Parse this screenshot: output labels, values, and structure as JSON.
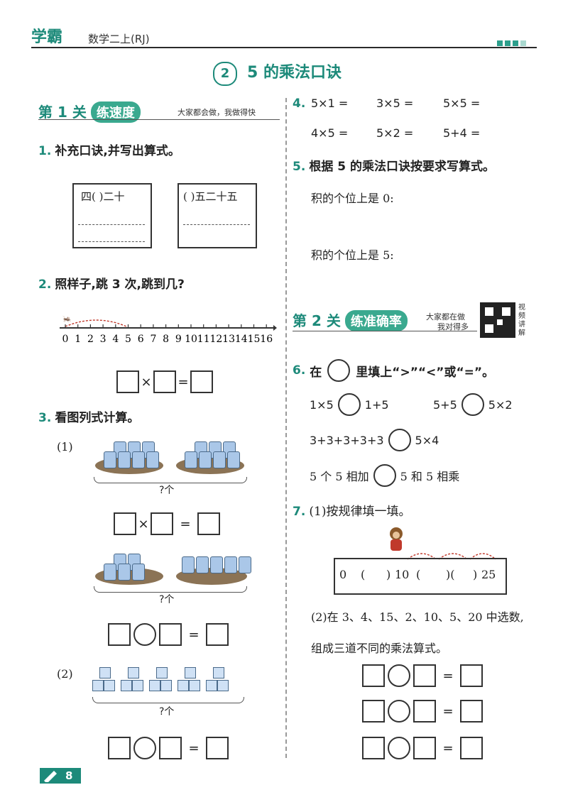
{
  "header": {
    "brand": "学霸",
    "book": "数学二上(RJ)"
  },
  "lesson": {
    "num": "2",
    "title": "5 的乘法口诀"
  },
  "level1": {
    "title": "第 1 关",
    "badge": "练速度",
    "slogan": "大家都会做，我做得快"
  },
  "level2": {
    "title": "第 2 关",
    "badge": "练准确率",
    "slogan_1": "大家都在做",
    "slogan_2": "我对得多",
    "video": "视频讲解"
  },
  "q1": {
    "num": "1.",
    "text": "补充口诀,并写出算式。",
    "card1": "四(   )二十",
    "card2": "(   )五二十五"
  },
  "q2": {
    "num": "2.",
    "text": "照样子,跳 3 次,跳到几?",
    "ticks": [
      "0",
      "1",
      "2",
      "3",
      "4",
      "5",
      "6",
      "7",
      "8",
      "9",
      "10",
      "11",
      "12",
      "13",
      "14",
      "15",
      "16"
    ]
  },
  "q3": {
    "num": "3.",
    "text": "看图列式计算。",
    "p1": "(1)",
    "p2": "(2)",
    "how_many": "?个"
  },
  "q4": {
    "num": "4.",
    "row1": [
      "5×1 =",
      "3×5 =",
      "5×5 ="
    ],
    "row2": [
      "4×5 =",
      "5×2 =",
      "5+4 ="
    ]
  },
  "q5": {
    "num": "5.",
    "text": "根据 5 的乘法口诀按要求写算式。",
    "line1": "积的个位上是 0:",
    "line2": "积的个位上是 5:"
  },
  "q6": {
    "num": "6.",
    "text_a": "在",
    "text_b": "里填上“>”“<”或“=”。",
    "a_left": "1×5",
    "a_right": "1+5",
    "b_left": "5+5",
    "b_right": "5×2",
    "c_left": "3+3+3+3+3",
    "c_right": "5×4",
    "d_left": "5 个 5 相加",
    "d_right": "5 和 5 相乘"
  },
  "q7": {
    "num": "7.",
    "p1": "(1)按规律填一填。",
    "seq": [
      "0",
      "(",
      ")",
      "10",
      "(",
      ")(",
      ")",
      "25"
    ],
    "p2_line1": "(2)在 3、4、15、2、10、5、20 中选数,",
    "p2_line2": "组成三道不同的乘法算式。"
  },
  "ops": {
    "times": "×",
    "eq": "="
  },
  "page": {
    "number": "8"
  }
}
